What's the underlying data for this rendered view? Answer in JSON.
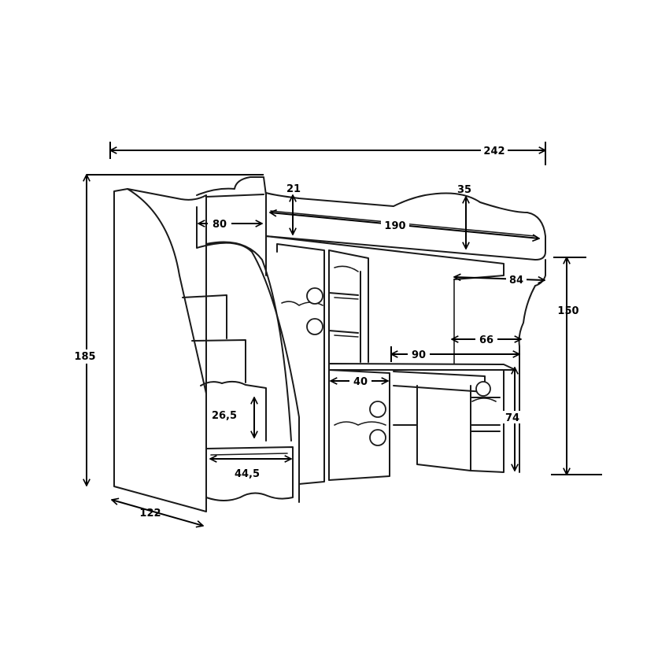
{
  "dimensions": {
    "total_length": "242",
    "total_height": "185",
    "depth": "122",
    "stair_width": "80",
    "mattress_rail": "21",
    "rail_height": "35",
    "bed_length": "190",
    "bed_clearance": "150",
    "bed_depth": "84",
    "desk_depth": "66",
    "desk_length": "90",
    "drawer_width": "40",
    "desk_height": "74",
    "step_height": "26,5",
    "step_depth": "44,5"
  },
  "colors": {
    "line": "#1a1a1a",
    "background": "#ffffff"
  }
}
